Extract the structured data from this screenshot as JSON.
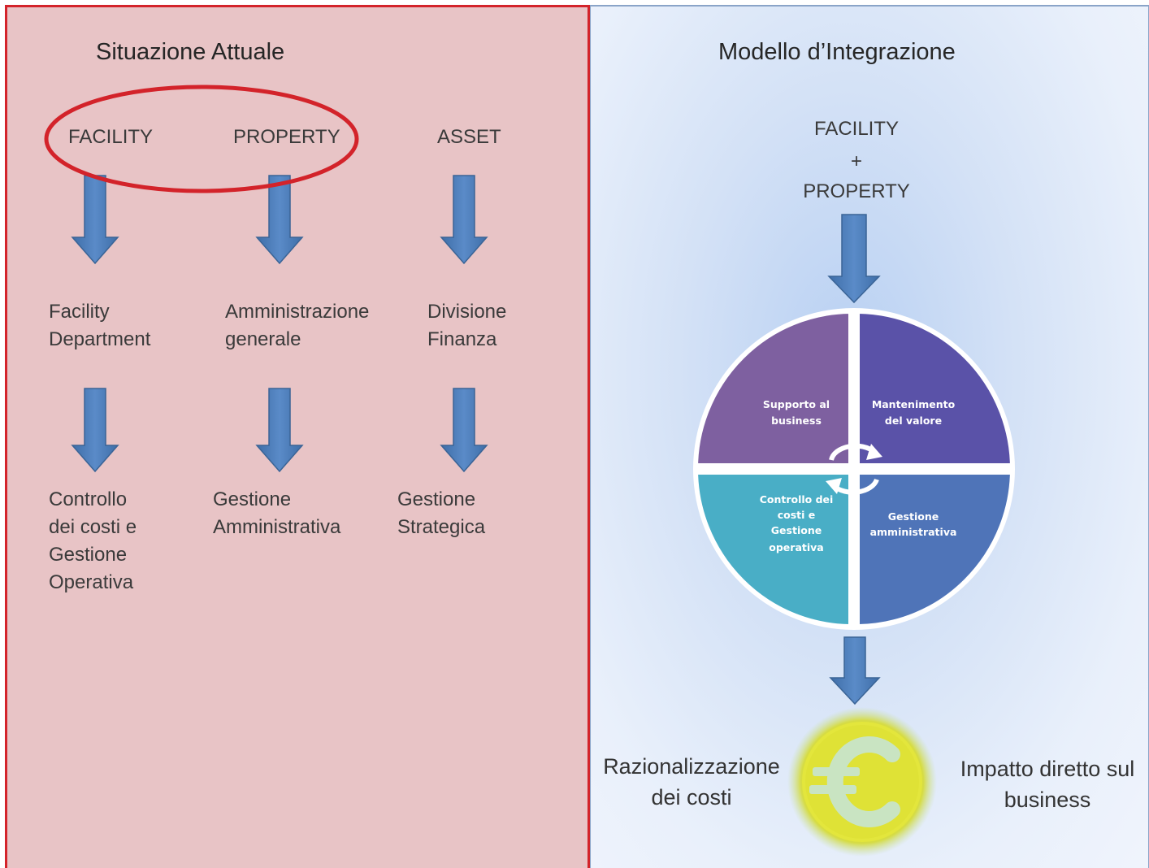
{
  "left_panel": {
    "title": "Situazione Attuale",
    "columns": [
      {
        "head": "FACILITY",
        "middle": "Facility\nDepartment",
        "bottom": "Controllo\ndei costi e\nGestione\nOperativa"
      },
      {
        "head": "PROPERTY",
        "middle": "Amministrazione\ngenerale",
        "bottom": "Gestione\nAmministrativa"
      },
      {
        "head": "ASSET",
        "middle": "Divisione\nFinanza",
        "bottom": "Gestione\nStrategica"
      }
    ]
  },
  "right_panel": {
    "title": "Modello d’Integrazione",
    "top_label": {
      "line1": "FACILITY",
      "line2": "+",
      "line3": "PROPERTY"
    },
    "quadrants": {
      "top_left": [
        "Supporto al",
        "business"
      ],
      "top_right": [
        "Mantenimento",
        "del valore"
      ],
      "bottom_left": [
        "Controllo dei",
        "costi e",
        "Gestione",
        "operativa"
      ],
      "bottom_right": [
        "Gestione",
        "amministrativa"
      ]
    },
    "left_result": "Razionalizzazione\ndei costi",
    "right_result": "Impatto diretto sul\nbusiness",
    "coin_symbol": "euro-icon"
  },
  "colors": {
    "left_bg": "#e8c4c6",
    "red_outline": "#d3232a",
    "arrow": "#4f81bd",
    "q_top_left": "#7e60a0",
    "q_top_right": "#5a52a8",
    "q_bottom_left": "#49aec6",
    "q_bottom_right": "#4f74b8",
    "coin": "#d8df3a"
  }
}
